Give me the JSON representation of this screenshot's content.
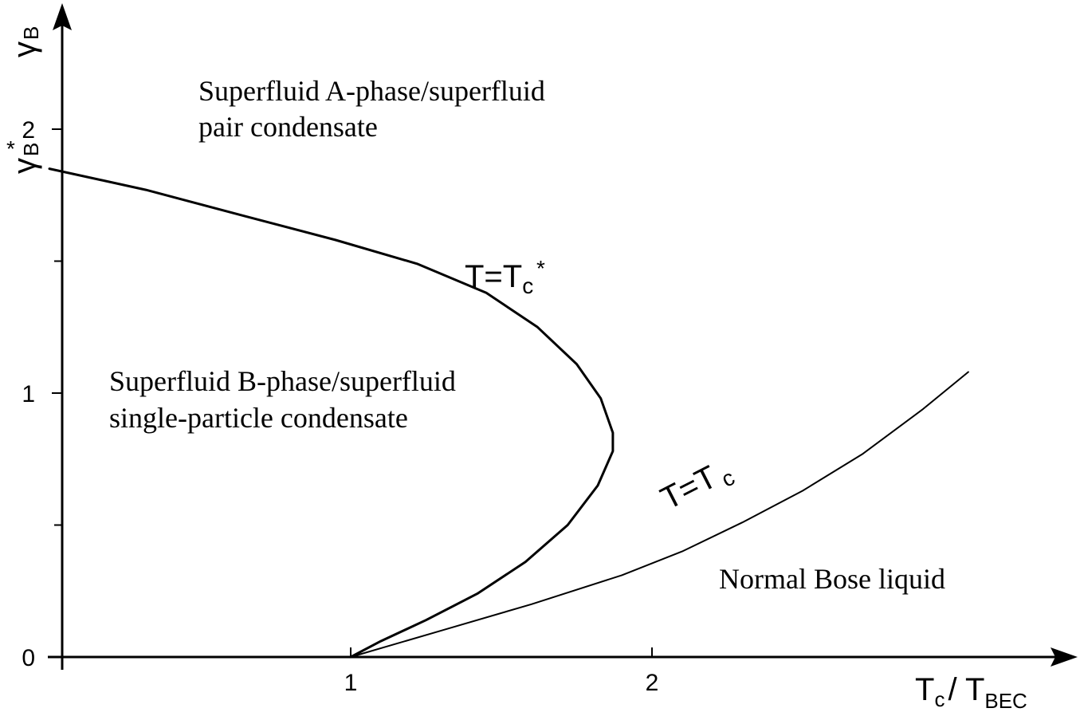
{
  "chart_data": {
    "type": "line",
    "x_axis": {
      "label_main": "T",
      "label_main_sub": "c",
      "label_sep": "/ T",
      "label_sep_sub": "BEC",
      "ticks": [
        "1",
        "2"
      ],
      "tick_values": [
        1,
        2
      ],
      "range": [
        0,
        3.4
      ]
    },
    "y_axis": {
      "label_greek": "γ",
      "label_sub": "B",
      "ticks": [
        "0",
        "1",
        "2"
      ],
      "tick_values": [
        0,
        1,
        2
      ],
      "minor_tick_values": [
        0.5,
        1.5
      ],
      "range": [
        0,
        2.45
      ],
      "special_tick": {
        "value": 1.88,
        "greek": "γ",
        "sub": "B",
        "sup": "*"
      }
    },
    "series": [
      {
        "name": "T=Tc*",
        "label_main": "T=T",
        "label_sub": "c",
        "label_sup": "*",
        "x": [
          1.0,
          1.1,
          1.25,
          1.42,
          1.58,
          1.72,
          1.82,
          1.87,
          1.87,
          1.83,
          1.75,
          1.62,
          1.45,
          1.22,
          0.95,
          0.65,
          0.32,
          0.0
        ],
        "y": [
          0.0,
          0.06,
          0.14,
          0.24,
          0.36,
          0.5,
          0.65,
          0.78,
          0.85,
          0.98,
          1.11,
          1.25,
          1.38,
          1.49,
          1.58,
          1.67,
          1.77,
          1.85
        ]
      },
      {
        "name": "T=Tc",
        "label_main": "T=T",
        "label_sub": "c",
        "x": [
          1.0,
          1.3,
          1.6,
          1.9,
          2.1,
          2.3,
          2.5,
          2.7,
          2.9,
          3.05
        ],
        "y": [
          0.0,
          0.1,
          0.2,
          0.31,
          0.4,
          0.51,
          0.63,
          0.77,
          0.94,
          1.08
        ]
      }
    ],
    "annotations": {
      "phase_a_line1": "Superfluid A-phase/superfluid",
      "phase_a_line2": "pair condensate",
      "phase_b_line1": "Superfluid B-phase/superfluid",
      "phase_b_line2": "single-particle condensate",
      "normal": "Normal Bose liquid"
    }
  }
}
